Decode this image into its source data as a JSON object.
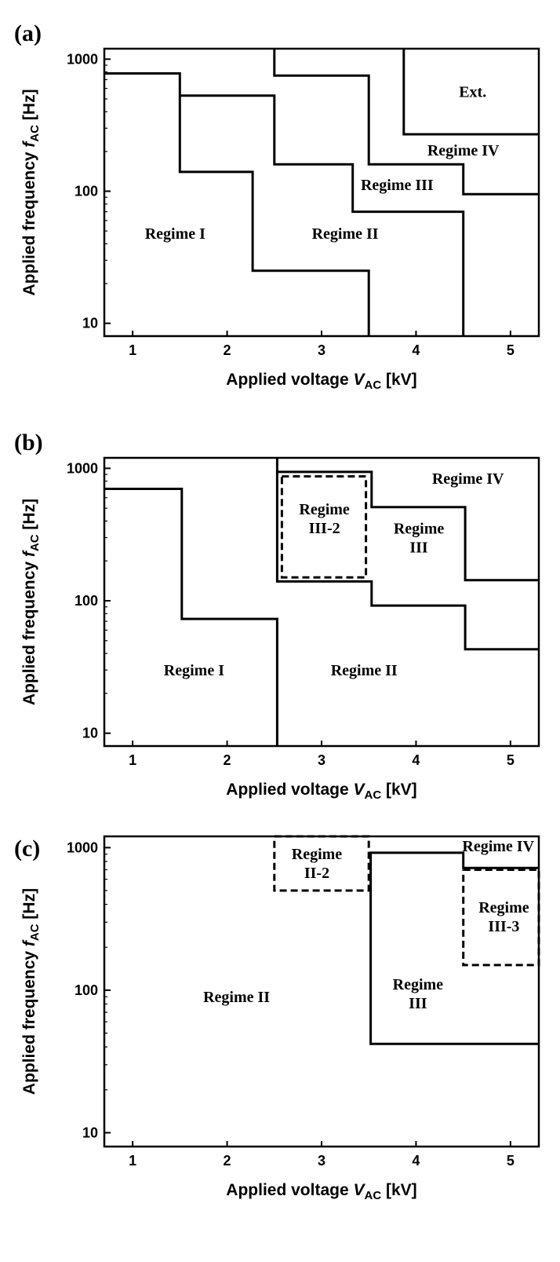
{
  "chart_data": [
    {
      "panel": "(a)",
      "type": "line",
      "xlabel_main": "Applied voltage ",
      "xlabel_var": "V",
      "xlabel_sub": "AC",
      "xlabel_unit": " [kV]",
      "ylabel_main": "Applied frequency ",
      "ylabel_var": "f",
      "ylabel_sub": "AC",
      "ylabel_unit": " [Hz]",
      "xlim": [
        0.7,
        5.3
      ],
      "ylim": [
        8,
        1200
      ],
      "yscale": "log",
      "xticks": [
        1,
        2,
        3,
        4,
        5
      ],
      "yticks": [
        10,
        100,
        1000
      ],
      "ytick_labels": [
        "10",
        "100",
        "1000"
      ],
      "boundaries": [
        {
          "style": "solid",
          "points": [
            [
              0.7,
              780
            ],
            [
              1.5,
              780
            ],
            [
              1.5,
              140
            ],
            [
              2.27,
              140
            ],
            [
              2.27,
              25
            ],
            [
              3.5,
              25
            ],
            [
              3.5,
              8
            ]
          ]
        },
        {
          "style": "solid",
          "points": [
            [
              1.5,
              530
            ],
            [
              2.5,
              530
            ],
            [
              2.5,
              160
            ],
            [
              3.33,
              160
            ],
            [
              3.33,
              70
            ],
            [
              4.5,
              70
            ],
            [
              4.5,
              8
            ]
          ]
        },
        {
          "style": "solid",
          "points": [
            [
              2.5,
              1200
            ],
            [
              2.5,
              750
            ],
            [
              3.5,
              750
            ],
            [
              3.5,
              160
            ],
            [
              4.5,
              160
            ],
            [
              4.5,
              95
            ],
            [
              5.3,
              95
            ]
          ]
        },
        {
          "style": "solid",
          "points": [
            [
              3.87,
              1200
            ],
            [
              3.87,
              270
            ],
            [
              5.3,
              270
            ]
          ]
        }
      ],
      "regions": [
        {
          "label": [
            "Regime I"
          ],
          "x": 1.45,
          "y": 48
        },
        {
          "label": [
            "Regime II"
          ],
          "x": 3.25,
          "y": 48
        },
        {
          "label": [
            "Regime III"
          ],
          "x": 3.8,
          "y": 112
        },
        {
          "label": [
            "Regime IV"
          ],
          "x": 4.5,
          "y": 205
        },
        {
          "label": [
            "Ext."
          ],
          "x": 4.6,
          "y": 570
        }
      ]
    },
    {
      "panel": "(b)",
      "type": "line",
      "xlabel_main": "Applied voltage ",
      "xlabel_var": "V",
      "xlabel_sub": "AC",
      "xlabel_unit": " [kV]",
      "ylabel_main": "Applied frequency ",
      "ylabel_var": "f",
      "ylabel_sub": "AC",
      "ylabel_unit": " [Hz]",
      "xlim": [
        0.7,
        5.3
      ],
      "ylim": [
        8,
        1200
      ],
      "yscale": "log",
      "xticks": [
        1,
        2,
        3,
        4,
        5
      ],
      "yticks": [
        10,
        100,
        1000
      ],
      "ytick_labels": [
        "10",
        "100",
        "1000"
      ],
      "boundaries": [
        {
          "style": "solid",
          "points": [
            [
              0.7,
              700
            ],
            [
              1.52,
              700
            ],
            [
              1.52,
              73
            ],
            [
              2.53,
              73
            ],
            [
              2.53,
              8
            ]
          ]
        },
        {
          "style": "solid",
          "points": [
            [
              2.53,
              1200
            ],
            [
              2.53,
              140
            ],
            [
              3.53,
              140
            ],
            [
              3.53,
              92
            ],
            [
              4.52,
              92
            ],
            [
              4.52,
              43
            ],
            [
              5.3,
              43
            ]
          ]
        },
        {
          "style": "solid",
          "points": [
            [
              2.53,
              940
            ],
            [
              3.53,
              940
            ],
            [
              3.53,
              510
            ],
            [
              4.52,
              510
            ],
            [
              4.52,
              143
            ],
            [
              5.3,
              143
            ]
          ]
        },
        {
          "style": "dashed",
          "points": [
            [
              2.58,
              870
            ],
            [
              3.47,
              870
            ],
            [
              3.47,
              150
            ],
            [
              2.58,
              150
            ],
            [
              2.58,
              870
            ]
          ]
        }
      ],
      "regions": [
        {
          "label": [
            "Regime I"
          ],
          "x": 1.65,
          "y": 30
        },
        {
          "label": [
            "Regime II"
          ],
          "x": 3.45,
          "y": 30
        },
        {
          "label": [
            "Regime",
            "III-2"
          ],
          "x": 3.03,
          "y": 420
        },
        {
          "label": [
            "Regime",
            "III"
          ],
          "x": 4.03,
          "y": 300
        },
        {
          "label": [
            "Regime IV"
          ],
          "x": 4.55,
          "y": 840
        }
      ]
    },
    {
      "panel": "(c)",
      "type": "line",
      "xlabel_main": "Applied voltage ",
      "xlabel_var": "V",
      "xlabel_sub": "AC",
      "xlabel_unit": " [kV]",
      "ylabel_main": "Applied frequency ",
      "ylabel_var": "f",
      "ylabel_sub": "AC",
      "ylabel_unit": " [Hz]",
      "xlim": [
        0.7,
        5.3
      ],
      "ylim": [
        8,
        1200
      ],
      "yscale": "log",
      "xticks": [
        1,
        2,
        3,
        4,
        5
      ],
      "yticks": [
        10,
        100,
        1000
      ],
      "ytick_labels": [
        "10",
        "100",
        "1000"
      ],
      "boundaries": [
        {
          "style": "solid",
          "points": [
            [
              3.52,
              8
            ],
            [
              3.52,
              8
            ]
          ]
        },
        {
          "style": "solid",
          "points": [
            [
              5.3,
              42
            ],
            [
              3.52,
              42
            ],
            [
              3.52,
              920
            ],
            [
              4.5,
              920
            ],
            [
              4.5,
              720
            ],
            [
              5.3,
              720
            ]
          ]
        },
        {
          "style": "dashed",
          "points": [
            [
              2.5,
              1200
            ],
            [
              3.5,
              1200
            ],
            [
              3.5,
              500
            ],
            [
              2.5,
              500
            ],
            [
              2.5,
              1200
            ]
          ]
        },
        {
          "style": "dashed",
          "points": [
            [
              4.5,
              700
            ],
            [
              5.3,
              700
            ],
            [
              5.3,
              150
            ],
            [
              4.5,
              150
            ],
            [
              4.5,
              700
            ]
          ]
        }
      ],
      "regions": [
        {
          "label": [
            "Regime II"
          ],
          "x": 2.1,
          "y": 90
        },
        {
          "label": [
            "Regime",
            "II-2"
          ],
          "x": 2.95,
          "y": 780
        },
        {
          "label": [
            "Regime",
            "III"
          ],
          "x": 4.02,
          "y": 95
        },
        {
          "label": [
            "Regime IV"
          ],
          "x": 4.87,
          "y": 1030
        },
        {
          "label": [
            "Regime",
            "III-3"
          ],
          "x": 4.93,
          "y": 330
        }
      ]
    }
  ]
}
